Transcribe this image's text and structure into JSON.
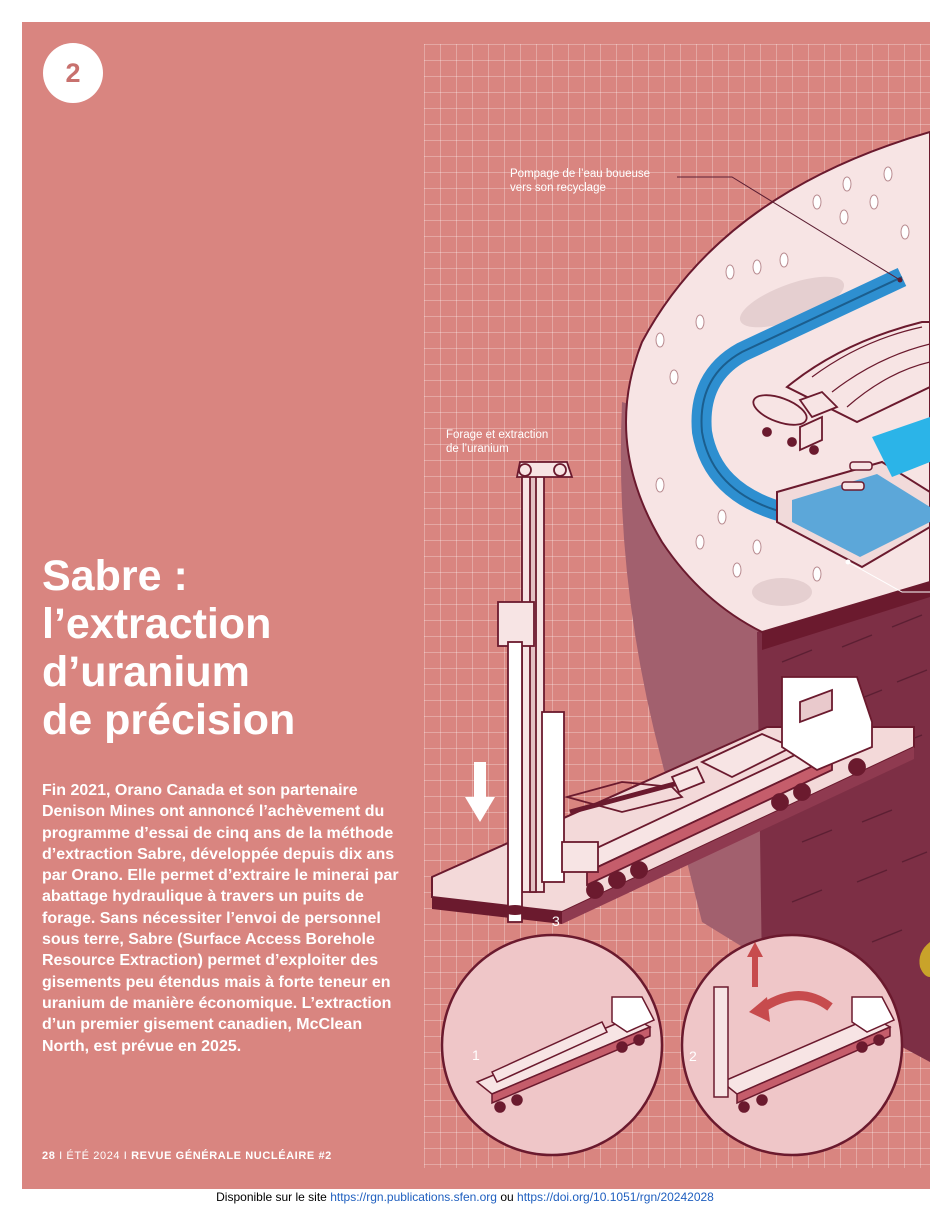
{
  "badge_number": "2",
  "title_lines": [
    "Sabre :",
    "l’extraction",
    "d’uranium",
    "de précision"
  ],
  "body": "Fin 2021, Orano Canada et son partenaire Denison Mines ont annoncé l’achèvement du programme d’essai de cinq ans de la méthode d’extraction Sabre, développée depuis dix ans par Orano. Elle permet d’extraire le minerai par abattage hydraulique à travers un puits de forage. Sans nécessiter l’envoi de personnel sous terre, Sabre (Surface Access Borehole Resource Extraction) permet d’exploiter des gisements peu étendus mais à forte teneur en uranium de manière économique. L’extraction d’un premier gisement canadien, McClean North, est prévue en 2025.",
  "labels": {
    "pumping": [
      "Pompage de l’eau boueuse",
      "vers son recyclage"
    ],
    "drilling": [
      "Forage et extraction",
      "de l’uranium"
    ]
  },
  "steps": [
    "1",
    "2",
    "3"
  ],
  "footer": {
    "page_number": "28",
    "separator": "I",
    "season": "ÉTÉ 2024",
    "journal": "REVUE GÉNÉRALE NUCLÉAIRE #2"
  },
  "availability": {
    "prefix": "Disponible sur le site",
    "link1": "https://rgn.publications.sfen.org",
    "middle": "ou",
    "link2": "https://doi.org/10.1051/rgn/20242028"
  },
  "colors": {
    "page_bg": "#d98580",
    "dark_maroon": "#6b1a2e",
    "water_blue": "#2e8fd0",
    "light_pink": "#f7e4e4"
  }
}
